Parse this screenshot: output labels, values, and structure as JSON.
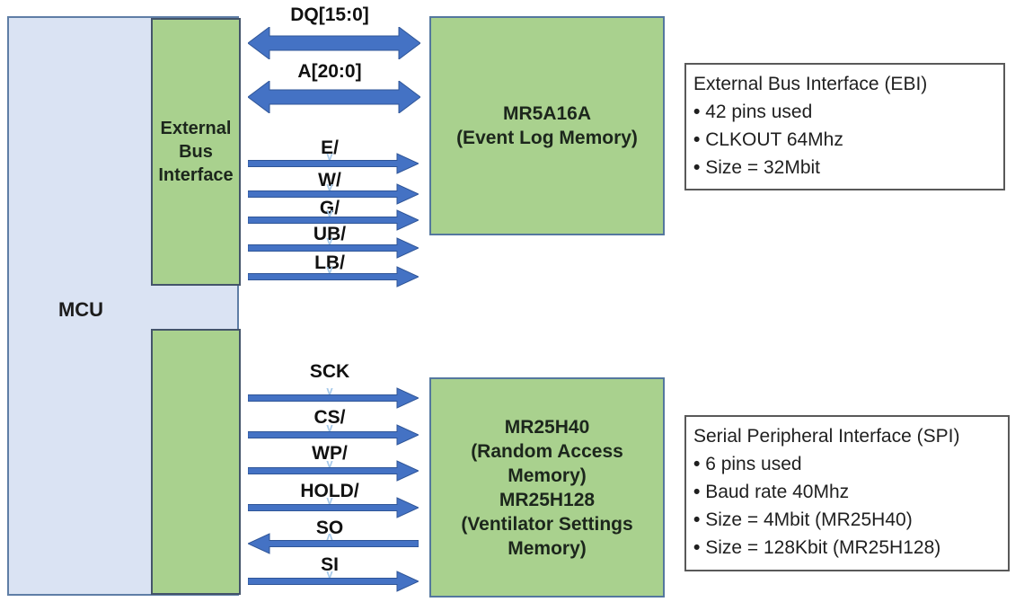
{
  "colors": {
    "arrow_fill": "#4472C4",
    "arrow_edge": "#2F5597",
    "mcu_fill": "#DAE3F3",
    "mcu_border": "#5F7EA6",
    "green_fill": "#A9D18E",
    "green_border": "#44546A",
    "info_border": "#595959",
    "chevron": "#A6C9EA"
  },
  "mcu": {
    "label": "MCU"
  },
  "ebi_interface": {
    "lines": [
      "External",
      "Bus",
      "Interface"
    ]
  },
  "memory_top": {
    "lines": [
      "MR5A16A",
      "(Event Log Memory)"
    ]
  },
  "memory_bottom": {
    "lines": [
      "MR25H40",
      "(Random Access",
      "Memory)",
      "MR25H128",
      "(Ventilator Settings",
      "Memory)"
    ]
  },
  "ebi_signals": [
    {
      "label": "DQ[15:0]",
      "direction": "both"
    },
    {
      "label": "A[20:0]",
      "direction": "both"
    },
    {
      "label": "E/",
      "direction": "right"
    },
    {
      "label": "W/",
      "direction": "right"
    },
    {
      "label": "G/",
      "direction": "right"
    },
    {
      "label": "UB/",
      "direction": "right"
    },
    {
      "label": "LB/",
      "direction": "right"
    }
  ],
  "spi_signals": [
    {
      "label": "SCK",
      "direction": "right"
    },
    {
      "label": "CS/",
      "direction": "right"
    },
    {
      "label": "WP/",
      "direction": "right"
    },
    {
      "label": "HOLD/",
      "direction": "right"
    },
    {
      "label": "SO",
      "direction": "left"
    },
    {
      "label": "SI",
      "direction": "right"
    }
  ],
  "ebi_info": {
    "title": "External Bus Interface (EBI)",
    "bullets": [
      "42 pins used",
      "CLKOUT 64Mhz",
      "Size = 32Mbit"
    ]
  },
  "spi_info": {
    "title": "Serial Peripheral Interface (SPI)",
    "bullets": [
      "6 pins used",
      "Baud rate 40Mhz",
      "Size = 4Mbit (MR25H40)",
      "Size = 128Kbit (MR25H128)"
    ]
  }
}
